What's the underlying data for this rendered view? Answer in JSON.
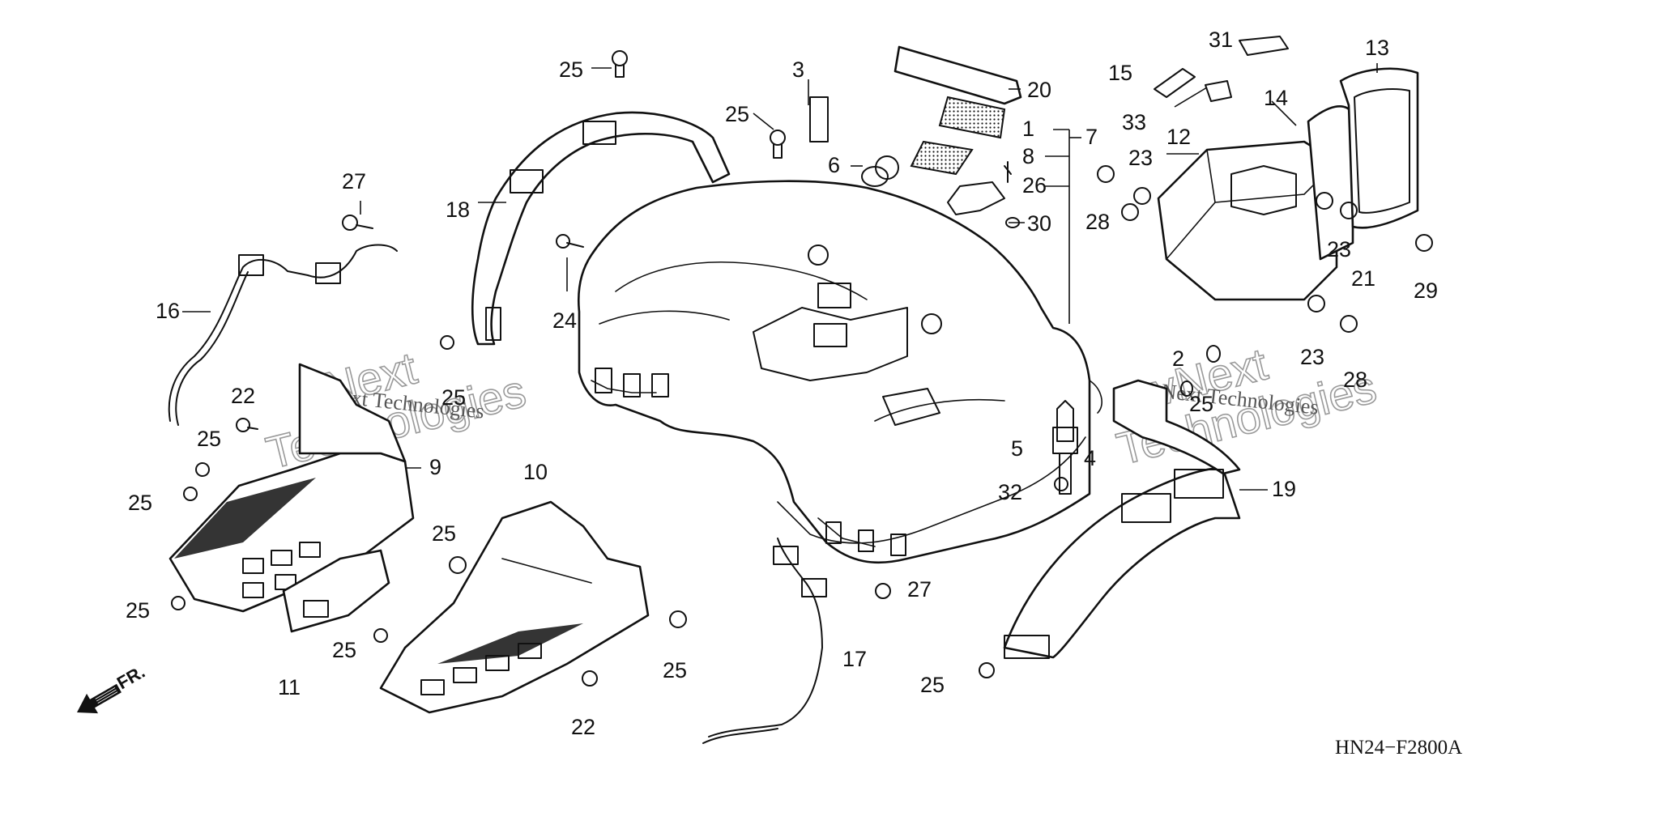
{
  "diagram_code": "HN24−F2800A",
  "direction_label": "FR.",
  "watermark": {
    "small": "vNext Technologies",
    "big_line1": "vNext",
    "big_line2": "Technologies"
  },
  "callouts": [
    "1",
    "2",
    "3",
    "4",
    "5",
    "6",
    "7",
    "8",
    "9",
    "10",
    "11",
    "12",
    "13",
    "14",
    "15",
    "16",
    "17",
    "18",
    "19",
    "20",
    "21",
    "22",
    "22",
    "23",
    "23",
    "23",
    "24",
    "25",
    "25",
    "25",
    "25",
    "25",
    "25",
    "25",
    "25",
    "25",
    "25",
    "25",
    "25",
    "26",
    "27",
    "27",
    "28",
    "28",
    "29",
    "30",
    "31",
    "32",
    "33"
  ]
}
